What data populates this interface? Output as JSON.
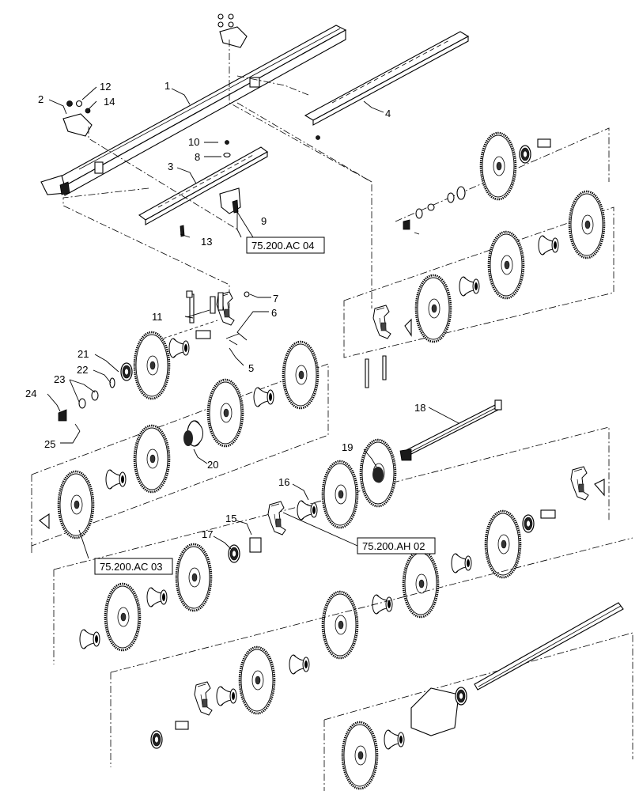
{
  "callouts": {
    "c1": "1",
    "c2": "2",
    "c3": "3",
    "c4": "4",
    "c5": "5",
    "c6": "6",
    "c7": "7",
    "c8": "8",
    "c9": "9",
    "c10": "10",
    "c11": "11",
    "c12": "12",
    "c13": "13",
    "c14": "14",
    "c15": "15",
    "c16": "16",
    "c17": "17",
    "c18": "18",
    "c19": "19",
    "c20": "20",
    "c21": "21",
    "c22": "22",
    "c23": "23",
    "c24": "24",
    "c25": "25"
  },
  "references": {
    "ref_ac04": "75.200.AC 04",
    "ref_ac03": "75.200.AC 03",
    "ref_ah02": "75.200.AH 02"
  }
}
